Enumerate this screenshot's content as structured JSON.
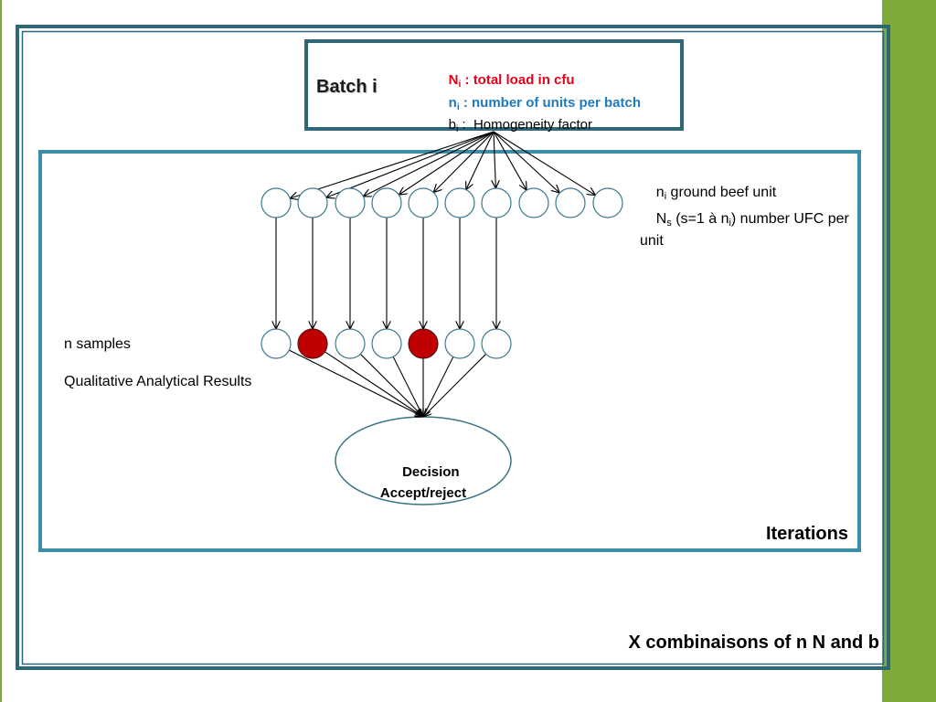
{
  "colors": {
    "frame": "#2c6878",
    "inner_box": "#3b8ea5",
    "side_bar": "#80a93b",
    "sample_red": "#c00000",
    "text_red": "#e3001b",
    "text_blue": "#1f7abf"
  },
  "batch_box": {
    "title": "Batch i",
    "legend": [
      {
        "symbol": "N",
        "sub": "i",
        "text": " : total load in cfu"
      },
      {
        "symbol": "n",
        "sub": "i",
        "text": " : number of units per batch"
      },
      {
        "symbol": "b",
        "sub": "i",
        "text": " :  Homogeneity factor"
      }
    ]
  },
  "units_label": {
    "symbol": "n",
    "sub": "i",
    "text": " ground beef unit"
  },
  "count_label": {
    "symbol": "N",
    "sub": "s",
    "text_a": " (s=1 à n",
    "sub_b": "i",
    "text_b": ") number UFC per",
    "text_c": "unit"
  },
  "samples_label": "n samples",
  "results_label": "Qualitative Analytical Results",
  "decision": {
    "line1": "Decision",
    "line2": "Accept/reject"
  },
  "iterations_label": "Iterations",
  "combinations_label": "X combinaisons of n N and b"
}
